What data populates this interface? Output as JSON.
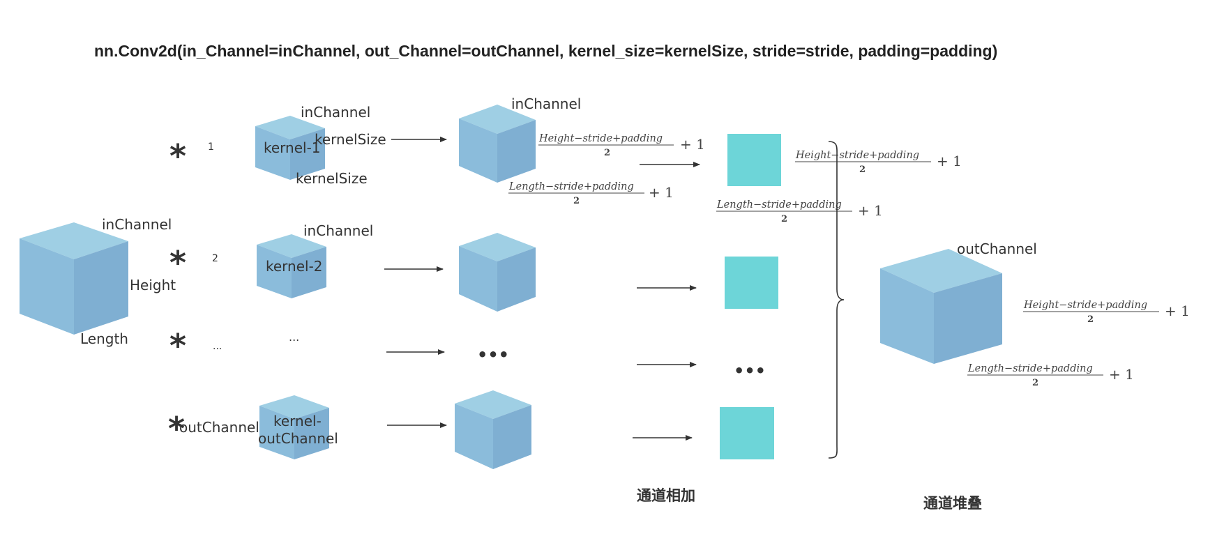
{
  "title": "nn.Conv2d(in_Channel=inChannel, out_Channel=outChannel, kernel_size=kernelSize, stride=stride, padding=padding)",
  "colors": {
    "cube_top": "#9fcfe4",
    "cube_front": "#8bbcdb",
    "cube_side": "#7fafd2",
    "feature_square": "#6dd5d8",
    "arrow": "#333333",
    "text": "#333333"
  },
  "input": {
    "channel_label": "inChannel",
    "height_label": "Height",
    "length_label": "Length"
  },
  "operator": "*",
  "kernels": [
    {
      "index": "1",
      "name": "kernel-1",
      "channel_label": "inChannel",
      "size_label_1": "kernelSize",
      "size_label_2": "kernelSize"
    },
    {
      "index": "2",
      "name": "kernel-2",
      "channel_label": "inChannel"
    },
    {
      "index": "...",
      "name": "..."
    },
    {
      "index": "outChannel",
      "name_line1": "kernel-",
      "name_line2": "outChannel"
    }
  ],
  "intermediate": {
    "channel_label": "inChannel",
    "height_formula": {
      "numerator": "Height−stride+padding",
      "denominator": "2",
      "suffix": "+ 1"
    },
    "length_formula": {
      "numerator": "Length−stride+padding",
      "denominator": "2",
      "suffix": "+ 1"
    },
    "ellipsis": "•••"
  },
  "summed": {
    "height_formula": {
      "numerator": "Height−stride+padding",
      "denominator": "2",
      "suffix": "+ 1"
    },
    "length_formula": {
      "numerator": "Length−stride+padding",
      "denominator": "2",
      "suffix": "+ 1"
    },
    "ellipsis": "•••",
    "caption": "通道相加"
  },
  "output": {
    "channel_label": "outChannel",
    "height_formula": {
      "numerator": "Height−stride+padding",
      "denominator": "2",
      "suffix": "+ 1"
    },
    "length_formula": {
      "numerator": "Length−stride+padding",
      "denominator": "2",
      "suffix": "+ 1"
    },
    "caption": "通道堆叠"
  }
}
